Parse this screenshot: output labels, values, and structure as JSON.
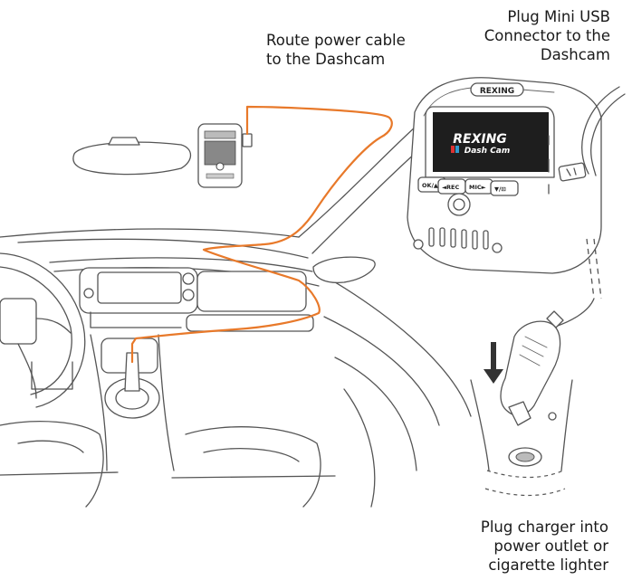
{
  "labels": {
    "route_cable": [
      "Route power cable",
      "to the Dashcam"
    ],
    "plug_usb": [
      "Plug Mini USB",
      "Connector to the",
      "Dashcam"
    ],
    "plug_charger": [
      "Plug charger into",
      "power outlet or",
      "cigarette lighter"
    ]
  },
  "dashcam": {
    "brand": "REXING",
    "screen_logo": "REXING",
    "screen_subtitle": "Dash Cam",
    "buttons": [
      "OK/▲",
      "◄REC",
      "MIC►",
      "▼/⊡"
    ]
  },
  "colors": {
    "cable": "#e8792a",
    "outline": "#555555",
    "screen": "#1e1e1e"
  }
}
